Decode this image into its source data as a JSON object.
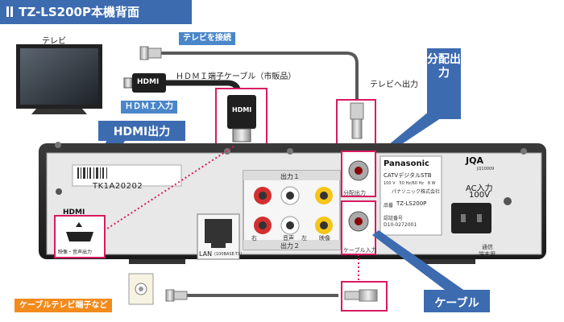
{
  "header": {
    "title": "TZ-LS200P本機背面"
  },
  "labels": {
    "tv": "テレビ",
    "tv_connect": "テレビを接続",
    "hdmi_cable": "ＨＤＭＩ端子ケーブル（市販品）",
    "hdmi_input": "ＨＤＭＩ入力",
    "hdmi_output_callout": "HDMI出力",
    "to_tv_output": "テレビへ出力",
    "splitter_output_callout": "分配出力",
    "cable_callout": "ケーブル",
    "cable_tv_terminal": "ケーブルテレビ端子など",
    "hdmi_plug_text": "HDMI"
  },
  "device": {
    "serial": "TK1A20202",
    "output1": "出力１",
    "output2": "出力２",
    "audio_right": "右",
    "audio_label": "音声",
    "audio_left": "左",
    "video": "映像",
    "lan": "LAN",
    "lan_spec": "(100BASE-TX)",
    "hdmi_logo": "HDMI",
    "hdmi_port_label": "映像・音声出力",
    "split_out_label": "分配出力",
    "cable_in_label": "ケーブル入力",
    "brand": "Panasonic",
    "model_desc": "CATVデジタルSTB",
    "power_spec": "100 V　50 Hz/60 Hz　8 W",
    "maker": "パナソニック株式会社",
    "model_label": "品番",
    "model_number": "TZ-LS200P",
    "cert_label": "認証番号",
    "cert_number": "D10-0272001",
    "jqa": "JQA",
    "jqa_code": "JQ10009",
    "ac_label": "AC入力",
    "ac_voltage": "100V",
    "comm_line1": "通信",
    "comm_line2": "端末用"
  },
  "colors": {
    "accent_blue": "#3d6bb0",
    "highlight": "#d81b60",
    "orange": "#f28a1c"
  }
}
